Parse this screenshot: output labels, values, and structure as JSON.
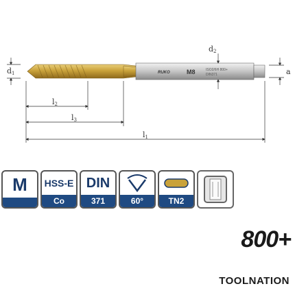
{
  "drawing": {
    "dim_d1": {
      "main": "d",
      "sub": "1"
    },
    "dim_d2": {
      "main": "d",
      "sub": "2"
    },
    "dim_a": "a",
    "dim_l1": {
      "main": "l",
      "sub": "1"
    },
    "dim_l2": {
      "main": "l",
      "sub": "2"
    },
    "dim_l3": {
      "main": "l",
      "sub": "3"
    },
    "shank_brand": "RUKO",
    "shank_size": "M8",
    "shank_line1": "ISO2/6H 800+",
    "shank_line2": "DIN371"
  },
  "badges": [
    {
      "top": "M",
      "bottom": ""
    },
    {
      "top": "HSS-E",
      "bottom": "Co"
    },
    {
      "top": "DIN",
      "bottom": "371"
    },
    {
      "top": "",
      "bottom": "60°"
    },
    {
      "top": "",
      "bottom": "TN2"
    },
    {
      "top": "",
      "bottom": ""
    }
  ],
  "logo_800": "800+",
  "brand": "TOOLNATION",
  "colors": {
    "badge_blue": "#1f4a82",
    "coating_gold": "#c9a23a",
    "shank_silver": "#b8b8b8"
  },
  "icons": [
    "flute-angle-icon",
    "coating-icon",
    "cylindrical-shank-icon"
  ]
}
